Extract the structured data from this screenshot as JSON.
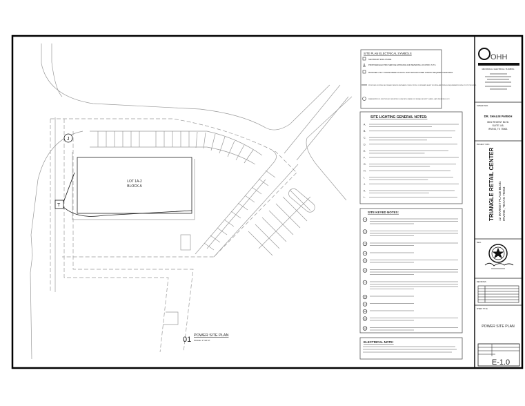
{
  "plan": {
    "lot": "LOT 1A-2",
    "block": "BLOCK A",
    "transformer_tag": "T",
    "junction_tag": "J",
    "number": "01",
    "title": "POWER SITE PLAN",
    "scale": "SCALE: 1\"=20'-0\""
  },
  "symbols": {
    "heading": "SITE PLAN ELECTRICAL SYMBOLS",
    "items": [
      {
        "icon": "enclosure-icon",
        "label": "SECONDARY ENCLOSURE."
      },
      {
        "icon": "service-entrance-icon",
        "label": "PROPOSED ELECTRIC SERVICE ENTRANCE AND METERING LOCATION. N.T.S."
      },
      {
        "icon": "transformer-pad-icon",
        "label": "PROPOSED UTILITY TRANSFORMER LOCATION. MUST MAINTAIN POWER COMPANY REQUIRED CLEARANCES."
      },
      {
        "icon": "conduit-line-icon",
        "label": "PROPOSED ROUTING SECONDARY SERVICE ENTRANCE CONDUCTORS. COORDINATE EXACT ROUTING AND TRENCH REQUIREMENTS WITH UTILITY PROVIDER."
      },
      {
        "icon": "junction-box-icon",
        "label": "WEATHERPROOF JUNCTION BOX MOUNTED FLUSH WITH GRADE FOR SIGNAL SECURITY GATES, GATE PEDESTALS, ETC."
      }
    ]
  },
  "lighting_notes": {
    "heading": "SITE LIGHTING GENERAL NOTES:",
    "letters": [
      "A.",
      "B.",
      "C.",
      "D.",
      "E.",
      "F.",
      "G.",
      "H.",
      "I.",
      "J.",
      "K.",
      "L."
    ]
  },
  "keyed_notes": {
    "heading": "SITE KEYED NOTES:",
    "numbers": [
      "1",
      "2",
      "3",
      "4",
      "5",
      "6",
      "7",
      "8",
      "9",
      "10",
      "11",
      "12"
    ]
  },
  "electrical_note": {
    "heading": "ELECTRICAL NOTE:"
  },
  "title_block": {
    "firm_logo": "OHH",
    "firm_discipline": "MECHANICAL / ELECTRICAL / PLUMBING",
    "owner_label": "OWNER INFO.",
    "owner_name": "DR. SHALIN PARIKH",
    "owner_address1": "3601 REGENT BLVD.",
    "owner_address2": "SUITE 145,",
    "owner_address3": "IRVING, TX 75063.",
    "project_label": "PROJECT INFO.",
    "project_name": "TRIANGLE RETAIL CENTER",
    "project_address1": "12 MARKET PLACE BLVD.",
    "project_address2": "IRVING, TEXAS 75063",
    "seal_label": "SEAL",
    "revisions_label": "REVISIONS",
    "sheet_title_label": "SHEET TITLE",
    "sheet_title": "POWER SITE PLAN",
    "sheet_number": "E-1.0"
  },
  "colors": {
    "line": "#111111",
    "light_line": "#9a9a9a",
    "paper": "#ffffff"
  }
}
